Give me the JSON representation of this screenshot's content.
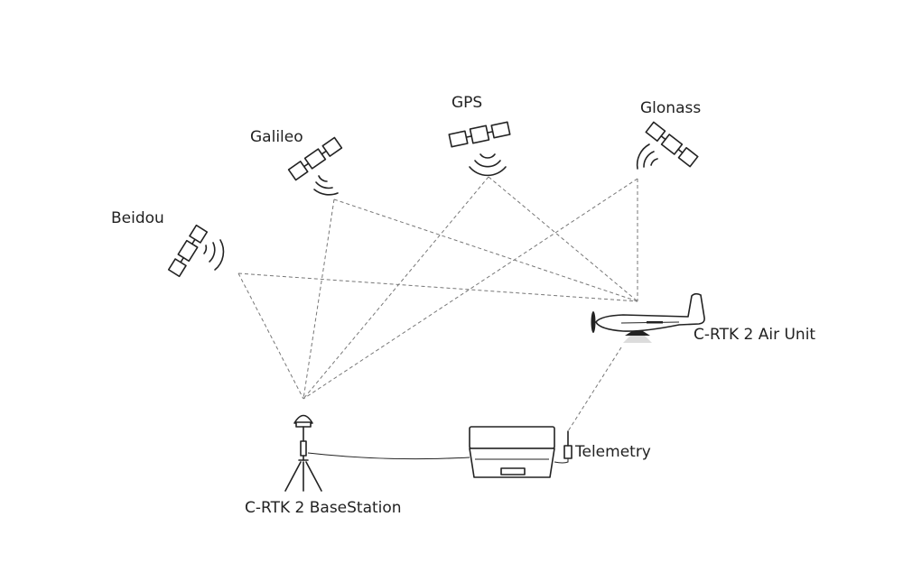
{
  "diagram": {
    "satellites": [
      {
        "id": "beidou",
        "label": "Beidou"
      },
      {
        "id": "galileo",
        "label": "Galileo"
      },
      {
        "id": "gps",
        "label": "GPS"
      },
      {
        "id": "glonass",
        "label": "Glonass"
      }
    ],
    "air_unit": {
      "label": "C-RTK 2 Air Unit"
    },
    "telemetry": {
      "label": "Telemetry"
    },
    "base_station": {
      "label": "C-RTK 2 BaseStation"
    },
    "colors": {
      "ink": "#222222",
      "signal_dash": "#777777",
      "background": "#ffffff"
    },
    "icons": [
      "satellite-icon",
      "signal-waves-icon",
      "aircraft-icon",
      "laptop-icon",
      "antenna-icon",
      "gnss-tripod-icon"
    ]
  }
}
